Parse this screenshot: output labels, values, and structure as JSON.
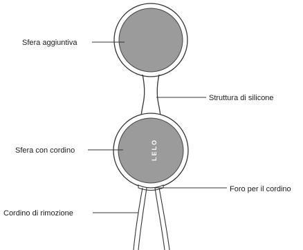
{
  "labels": {
    "sfera_aggiuntiva": "Sfera aggiuntiva",
    "struttura_silicone": "Struttura di silicone",
    "sfera_con_cordino": "Sfera con cordino",
    "foro_cordino": "Foro per il cordino",
    "cordino_rimozione": "Cordino di rimozione"
  },
  "logo": "LELO",
  "colors": {
    "sphere_fill": "#9b9b9b",
    "outline": "#333333",
    "leader_line": "#333333",
    "background": "#ffffff"
  }
}
